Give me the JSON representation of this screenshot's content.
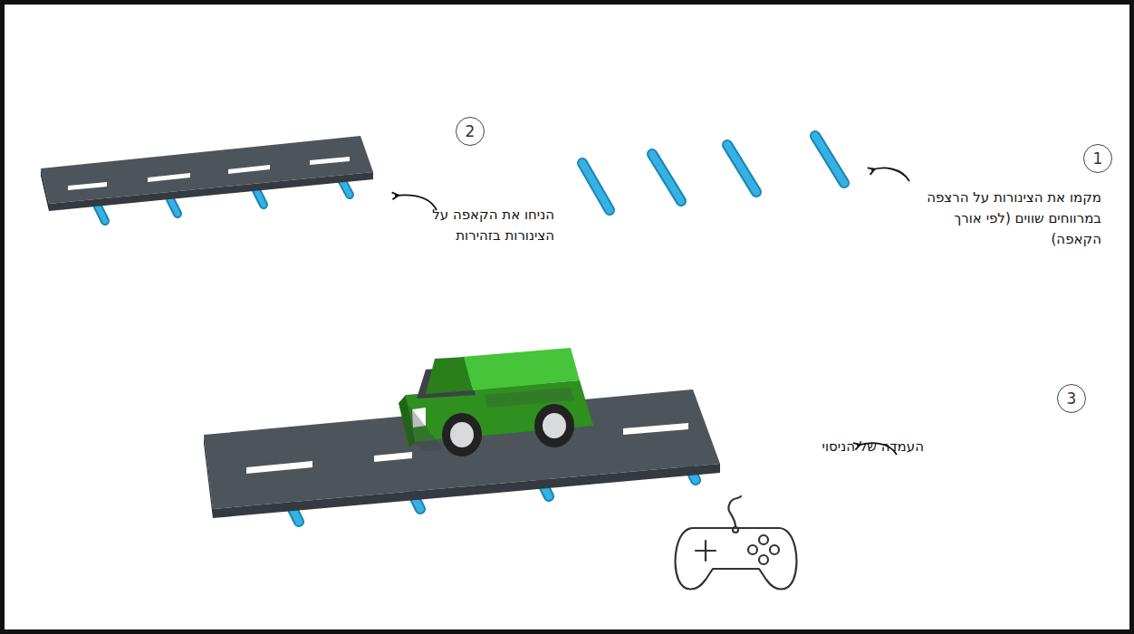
{
  "diagram": {
    "nodes": [
      {
        "text": [
          "1"
        ]
      },
      {
        "text": [
          "2"
        ]
      },
      {
        "text": [
          "3"
        ]
      }
    ],
    "labels": [
      "מקמו את הצינורות על הרצפה במרווחים שווים (לפי אורך הקאפה)",
      "הניחו את הקאפה על הצינורות בזהירות",
      "העמדה של הניסוי"
    ]
  }
}
